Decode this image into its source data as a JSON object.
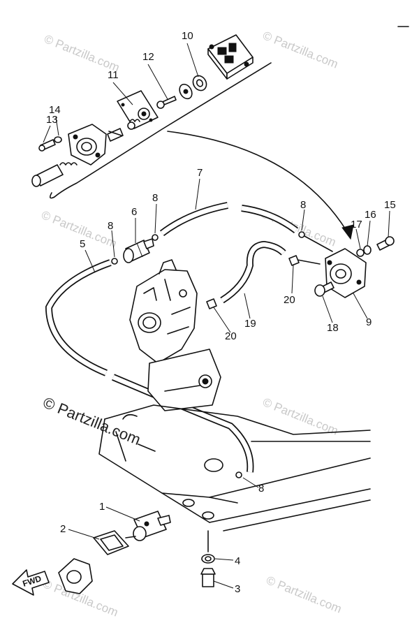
{
  "watermark": {
    "text": "© Partzilla.com",
    "main_text": "© Partzilla.com"
  },
  "callouts": {
    "c1": "1",
    "c2": "2",
    "c3": "3",
    "c4": "4",
    "c5": "5",
    "c6": "6",
    "c7": "7",
    "c8a": "8",
    "c8b": "8",
    "c8c": "8",
    "c8d": "8",
    "c9": "9",
    "c10": "10",
    "c11": "11",
    "c12": "12",
    "c13": "13",
    "c14": "14",
    "c15": "15",
    "c16": "16",
    "c17": "17",
    "c18": "18",
    "c19": "19",
    "c20a": "20",
    "c20b": "20"
  },
  "fwd_label": "FWD"
}
